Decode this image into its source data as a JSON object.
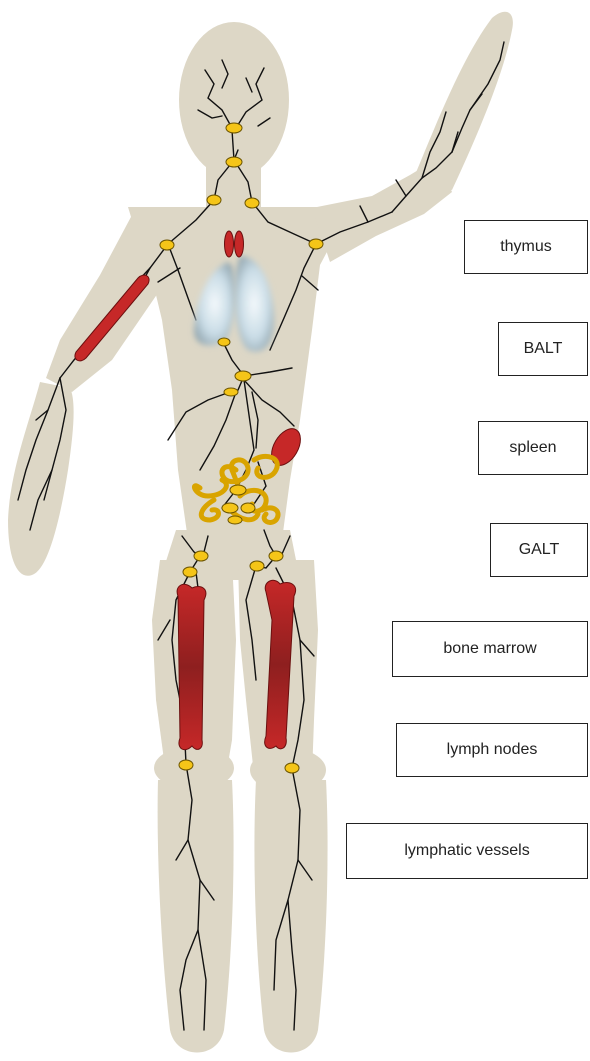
{
  "labels": {
    "thymus": "thymus",
    "balt": "BALT",
    "spleen": "spleen",
    "galt": "GALT",
    "bone_marrow": "bone marrow",
    "lymph_nodes": "lymph nodes",
    "lymphatic_vessels": "lymphatic vessels"
  },
  "colors": {
    "body": "#ddd7c6",
    "organ_red": "#c62828",
    "node_yellow": "#f5c518",
    "intestine": "#d9a400",
    "lung": "#c9dce6",
    "vessel": "#111111"
  }
}
